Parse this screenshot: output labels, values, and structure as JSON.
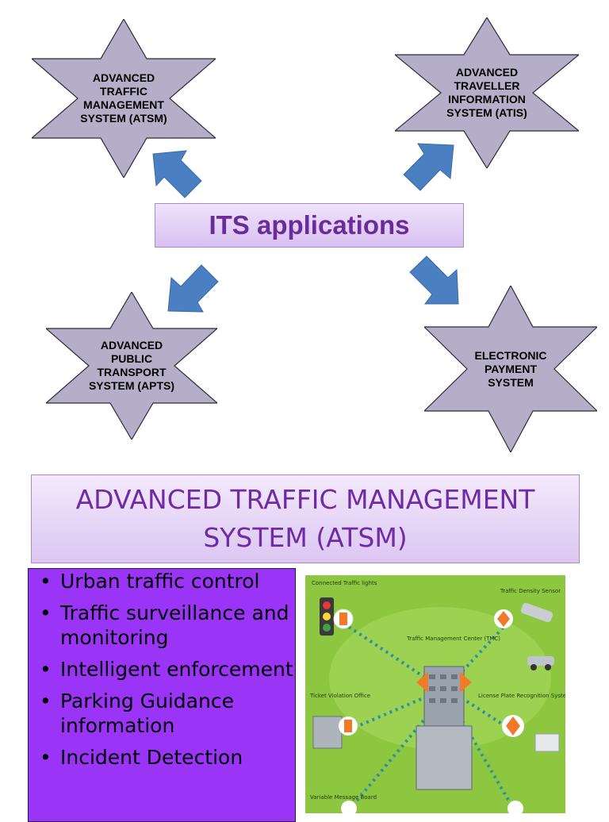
{
  "diagram": {
    "center_label": "ITS applications",
    "nodes": [
      {
        "id": "atsm",
        "label": "ADVANCED\nTRAFFIC\nMANAGEMENT\nSYSTEM (ATSM)"
      },
      {
        "id": "atis",
        "label": "ADVANCED\nTRAVELLER\nINFORMATION\nSYSTEM (ATIS)"
      },
      {
        "id": "apts",
        "label": "ADVANCED\nPUBLIC\nTRANSPORT\nSYSTEM (APTS)"
      },
      {
        "id": "eps",
        "label": "ELECTRONIC\nPAYMENT\nSYSTEM"
      }
    ],
    "colors": {
      "star_fill": "#b5aec9",
      "star_stroke": "#2b2b3a",
      "arrow_fill": "#4a7fc1",
      "title_text": "#6a2c9a",
      "panel_fill": "#9a34f7"
    }
  },
  "section": {
    "heading": "ADVANCED TRAFFIC MANAGEMENT SYSTEM (ATSM)",
    "bullets": [
      "Urban traffic control",
      "Traffic surveillance and monitoring",
      "Intelligent enforcement",
      "Parking Guidance information",
      "Incident Detection"
    ]
  },
  "photo": {
    "labels": {
      "connected_lights": "Connected Traffic lights",
      "tmc": "Traffic Management Center (TMC)",
      "density": "Traffic Density Sensor",
      "ticket_office": "Ticket Violation Office",
      "lpr": "License Plate Recognition System",
      "vms": "Variable Message Board"
    }
  }
}
